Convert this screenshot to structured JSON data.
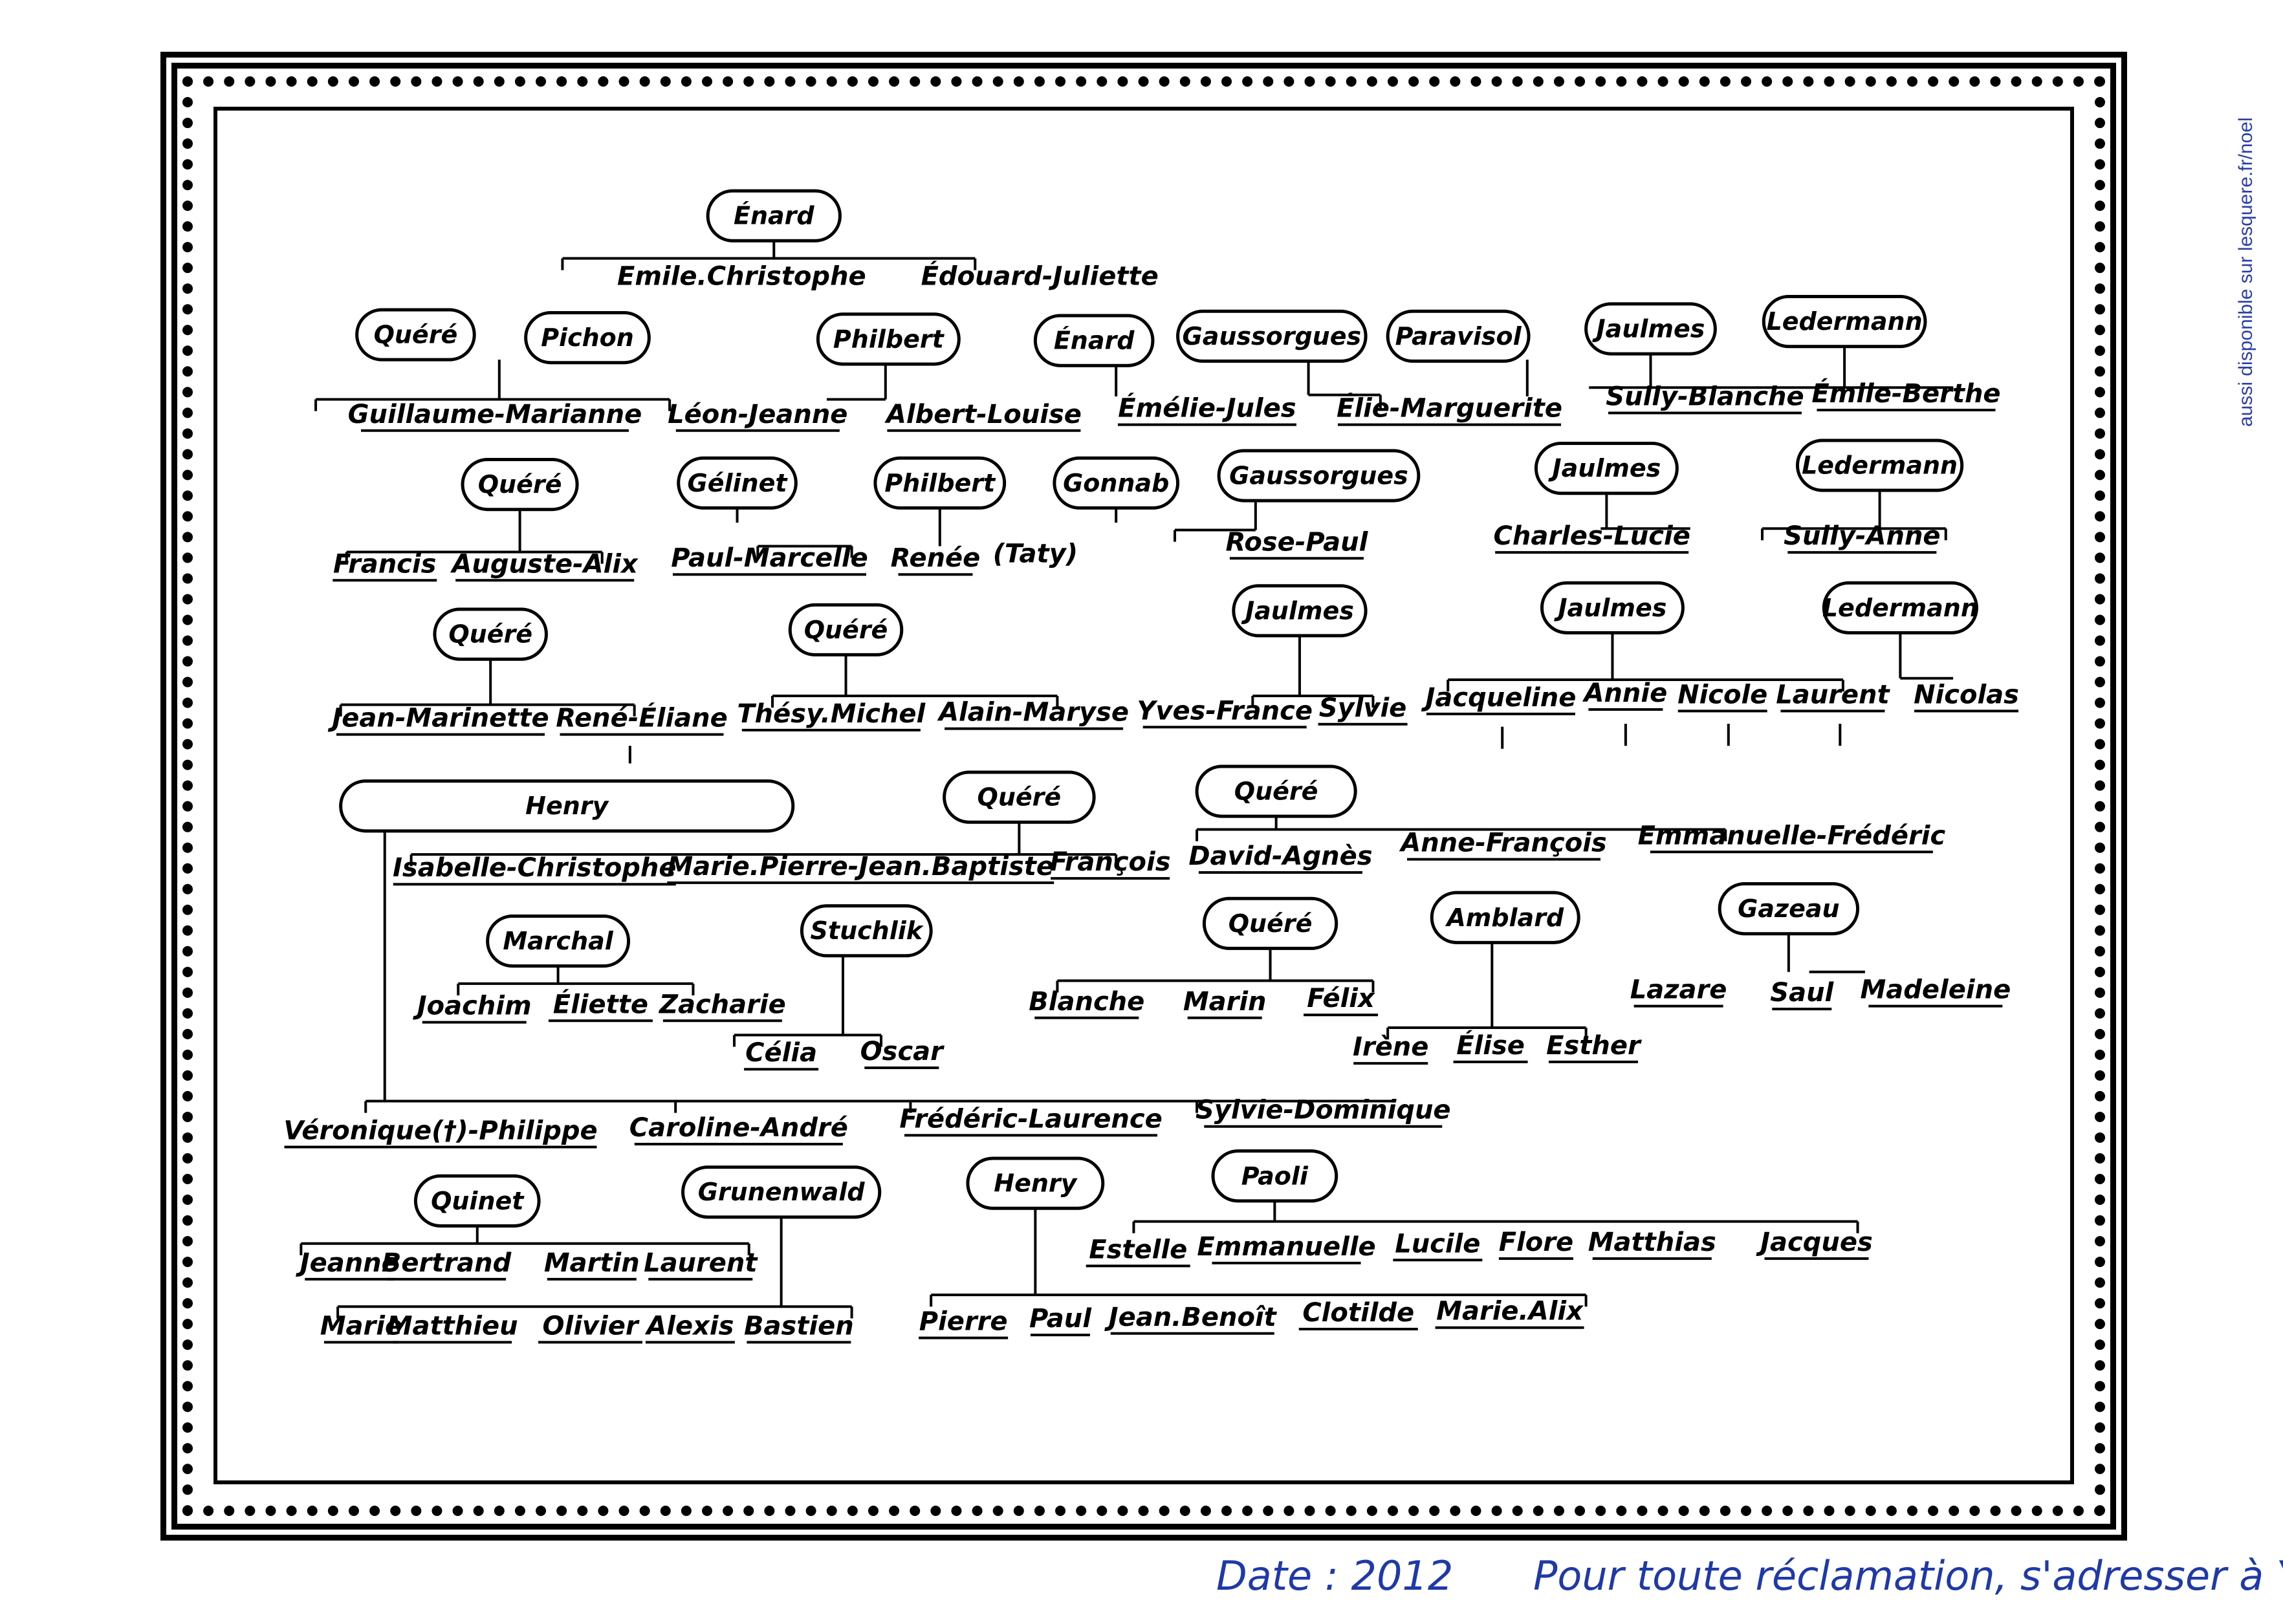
{
  "side_note": "aussi disponible sur lesquere.fr/noel",
  "footer": {
    "date": "Date : 2012",
    "claims": "Pour toute réclamation, s'adresser à Yves"
  },
  "colors": {
    "ink": "#000000",
    "note": "#1f3aa6"
  },
  "tree": {
    "ovals": [
      "Énard",
      "Quéré",
      "Pichon",
      "Philbert",
      "Énard",
      "Gaussorgues",
      "Paravisol",
      "Jaulmes",
      "Ledermann",
      "Quéré",
      "Gélinet",
      "Philbert",
      "Gonnab",
      "Gaussorgues",
      "Jaulmes",
      "Ledermann",
      "Quéré",
      "Quéré",
      "Jaulmes",
      "Jaulmes",
      "Ledermann",
      "Henry",
      "Quéré",
      "Quéré",
      "Marchal",
      "Stuchlik",
      "Quéré",
      "Amblard",
      "Gazeau",
      "Quinet",
      "Grunenwald",
      "Henry",
      "Paoli"
    ],
    "names": [
      "Emile.Christophe",
      "Édouard-Juliette",
      "Guillaume-Marianne",
      "Léon-Jeanne",
      "Albert-Louise",
      "Émélie-Jules",
      "Élie-Marguerite",
      "Sully-Blanche",
      "Émile-Berthe",
      "Francis",
      "Auguste-Alix",
      "Paul-Marcelle",
      "Renée",
      "(Taty)",
      "Rose-Paul",
      "Charles-Lucie",
      "Sully-Anne",
      "Jean-Marinette",
      "René-Éliane",
      "Thésy.Michel",
      "Alain-Maryse",
      "Yves-France",
      "Sylvie",
      "Jacqueline",
      "Annie",
      "Nicole",
      "Laurent",
      "Nicolas",
      "Isabelle-Christophe",
      "Marie.Pierre-Jean.Baptiste",
      "François",
      "David-Agnès",
      "Anne-François",
      "Emmanuelle-Frédéric",
      "Joachim",
      "Éliette",
      "Zacharie",
      "Célia",
      "Oscar",
      "Blanche",
      "Marin",
      "Félix",
      "Irène",
      "Élise",
      "Esther",
      "Lazare",
      "Saul",
      "Madeleine",
      "Véronique(†)-Philippe",
      "Caroline-André",
      "Frédéric-Laurence",
      "Sylvie-Dominique",
      "Jeanne",
      "Bertrand",
      "Martin",
      "Laurent",
      "Marie",
      "Matthieu",
      "Olivier",
      "Alexis",
      "Bastien",
      "Estelle",
      "Emmanuelle",
      "Lucile",
      "Flore",
      "Matthias",
      "Jacques",
      "Pierre",
      "Paul",
      "Jean.Benoît",
      "Clotilde",
      "Marie.Alix"
    ]
  }
}
